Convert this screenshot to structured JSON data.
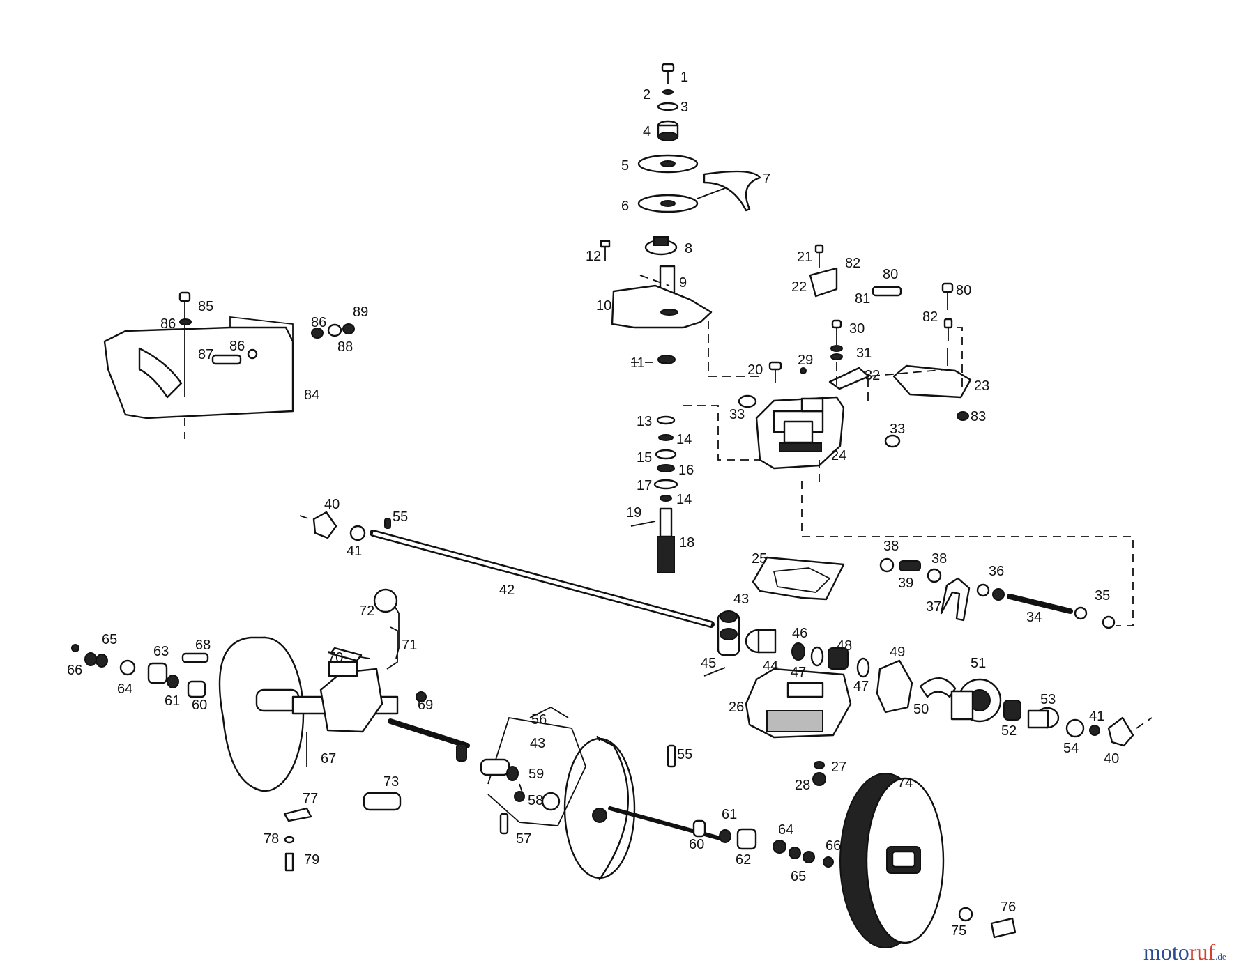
{
  "diagram": {
    "part_numbers": [
      "1",
      "2",
      "3",
      "4",
      "5",
      "6",
      "7",
      "8",
      "9",
      "10",
      "11",
      "12",
      "13",
      "14",
      "15",
      "16",
      "17",
      "18",
      "19",
      "20",
      "21",
      "22",
      "23",
      "24",
      "25",
      "26",
      "27",
      "28",
      "29",
      "30",
      "31",
      "32",
      "33",
      "34",
      "35",
      "36",
      "37",
      "38",
      "39",
      "40",
      "41",
      "42",
      "43",
      "44",
      "45",
      "46",
      "47",
      "48",
      "49",
      "50",
      "51",
      "52",
      "53",
      "54",
      "55",
      "56",
      "57",
      "58",
      "59",
      "60",
      "61",
      "62",
      "63",
      "64",
      "65",
      "66",
      "67",
      "68",
      "69",
      "70",
      "71",
      "72",
      "73",
      "74",
      "75",
      "76",
      "77",
      "78",
      "79",
      "80",
      "81",
      "82",
      "83",
      "84",
      "85",
      "86",
      "87",
      "88",
      "89"
    ]
  },
  "watermark": {
    "brand_part1": "moto",
    "brand_part2": "ruf",
    "domain": ".de"
  }
}
